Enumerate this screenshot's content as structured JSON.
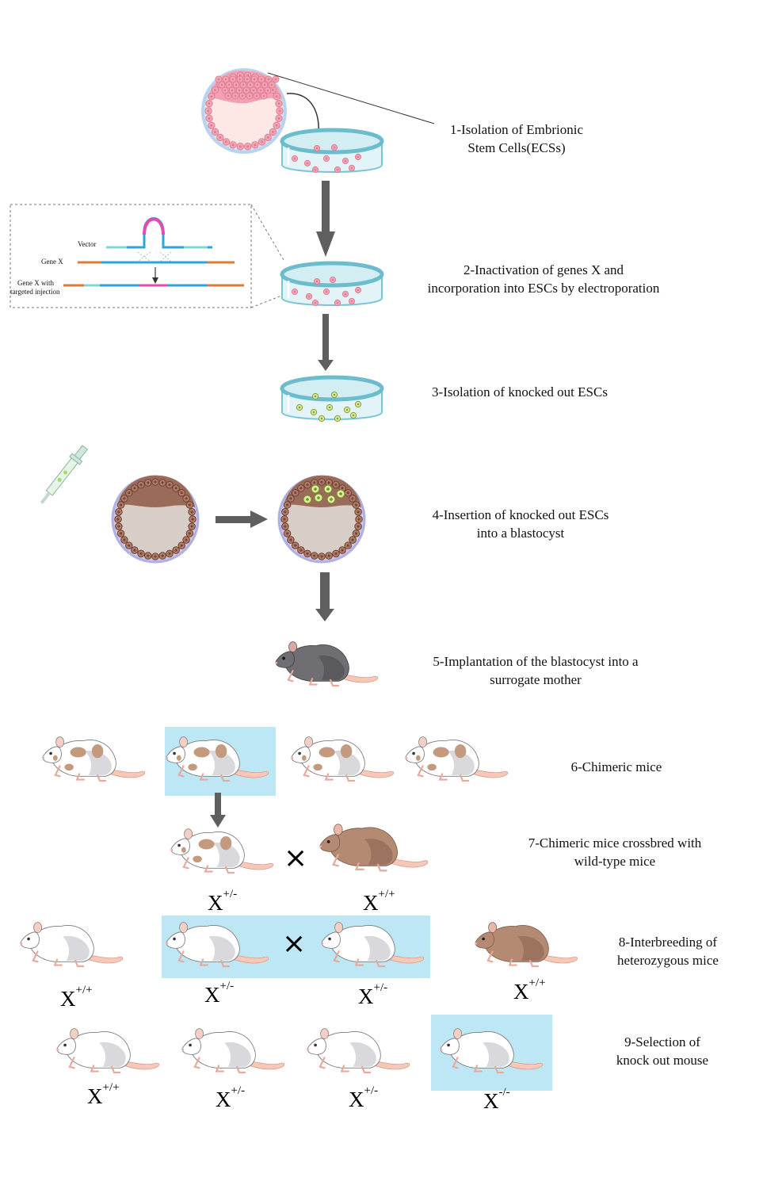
{
  "steps": {
    "s1": [
      "1-Isolation of Embrionic",
      "Stem Cells(ECSs)"
    ],
    "s2": [
      "2-Inactivation of genes X and",
      "incorporation into ESCs by electroporation"
    ],
    "s3": [
      "3-Isolation of knocked out ESCs"
    ],
    "s4": [
      "4-Insertion of knocked out ESCs",
      "into a blastocyst"
    ],
    "s5": [
      "5-Implantation of the blastocyst into a",
      "surrogate mother"
    ],
    "s6": [
      "6-Chimeric mice"
    ],
    "s7": [
      "7-Chimeric mice crossbred with",
      "wild-type mice"
    ],
    "s8": [
      "8-Interbreeding of",
      "heterozygous mice"
    ],
    "s9": [
      "9-Selection of",
      "knock out mouse"
    ]
  },
  "inset": {
    "vector": "Vector",
    "gene_x": "Gene X",
    "gene_x_targeted_1": "Gene X with",
    "gene_x_targeted_2": "targeted injection"
  },
  "genotypes": {
    "base": "X",
    "het": "+/-",
    "wt": "+/+",
    "ko": "-/-"
  },
  "cross_symbol": "×",
  "colors": {
    "highlight": "#bde7f5",
    "arrow": "#5f5f5f",
    "dish_rim": "#7bc6d6",
    "cell_pink": "#f2a6b5",
    "cell_brown": "#9b6b5a",
    "ko_cell": "#d7ee9a",
    "mouse_white": "#ffffff",
    "mouse_brown": "#b58a72",
    "mouse_grey": "#6f6f73",
    "gene_orange": "#e07a3a",
    "gene_blue": "#2fa4d9",
    "gene_teal": "#7ed8d4",
    "gene_pink": "#e24bb0"
  }
}
